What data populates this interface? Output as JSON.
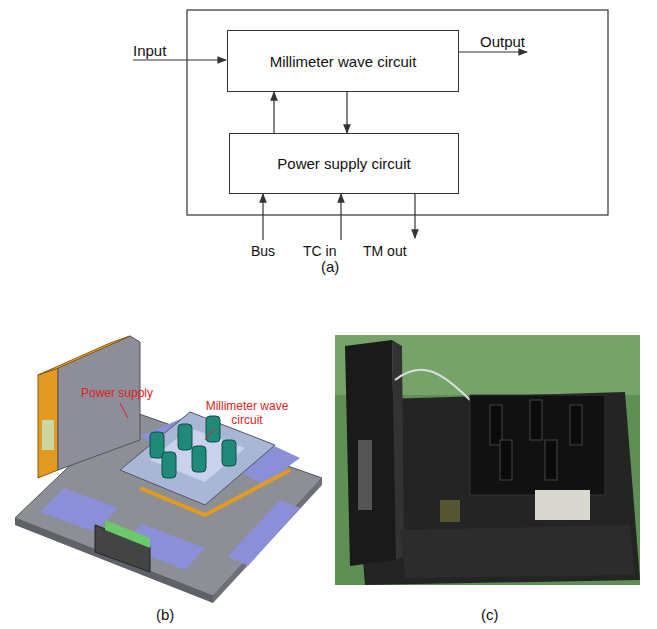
{
  "diagram": {
    "nodes": [
      {
        "text": [
          "Millimeter wave circuit"
        ]
      },
      {
        "text": [
          "Power supply circuit"
        ]
      }
    ],
    "edges": [
      {
        "from": 1,
        "to": 0,
        "arrow": "to"
      },
      {
        "from": 0,
        "to": 1,
        "arrow": "to"
      }
    ],
    "labels": [
      "Input",
      "Output",
      "Bus",
      "TC in",
      "TM out",
      "(a)",
      "Power supply",
      "Millimeter wave circuit",
      "(b)",
      "(c)"
    ]
  }
}
